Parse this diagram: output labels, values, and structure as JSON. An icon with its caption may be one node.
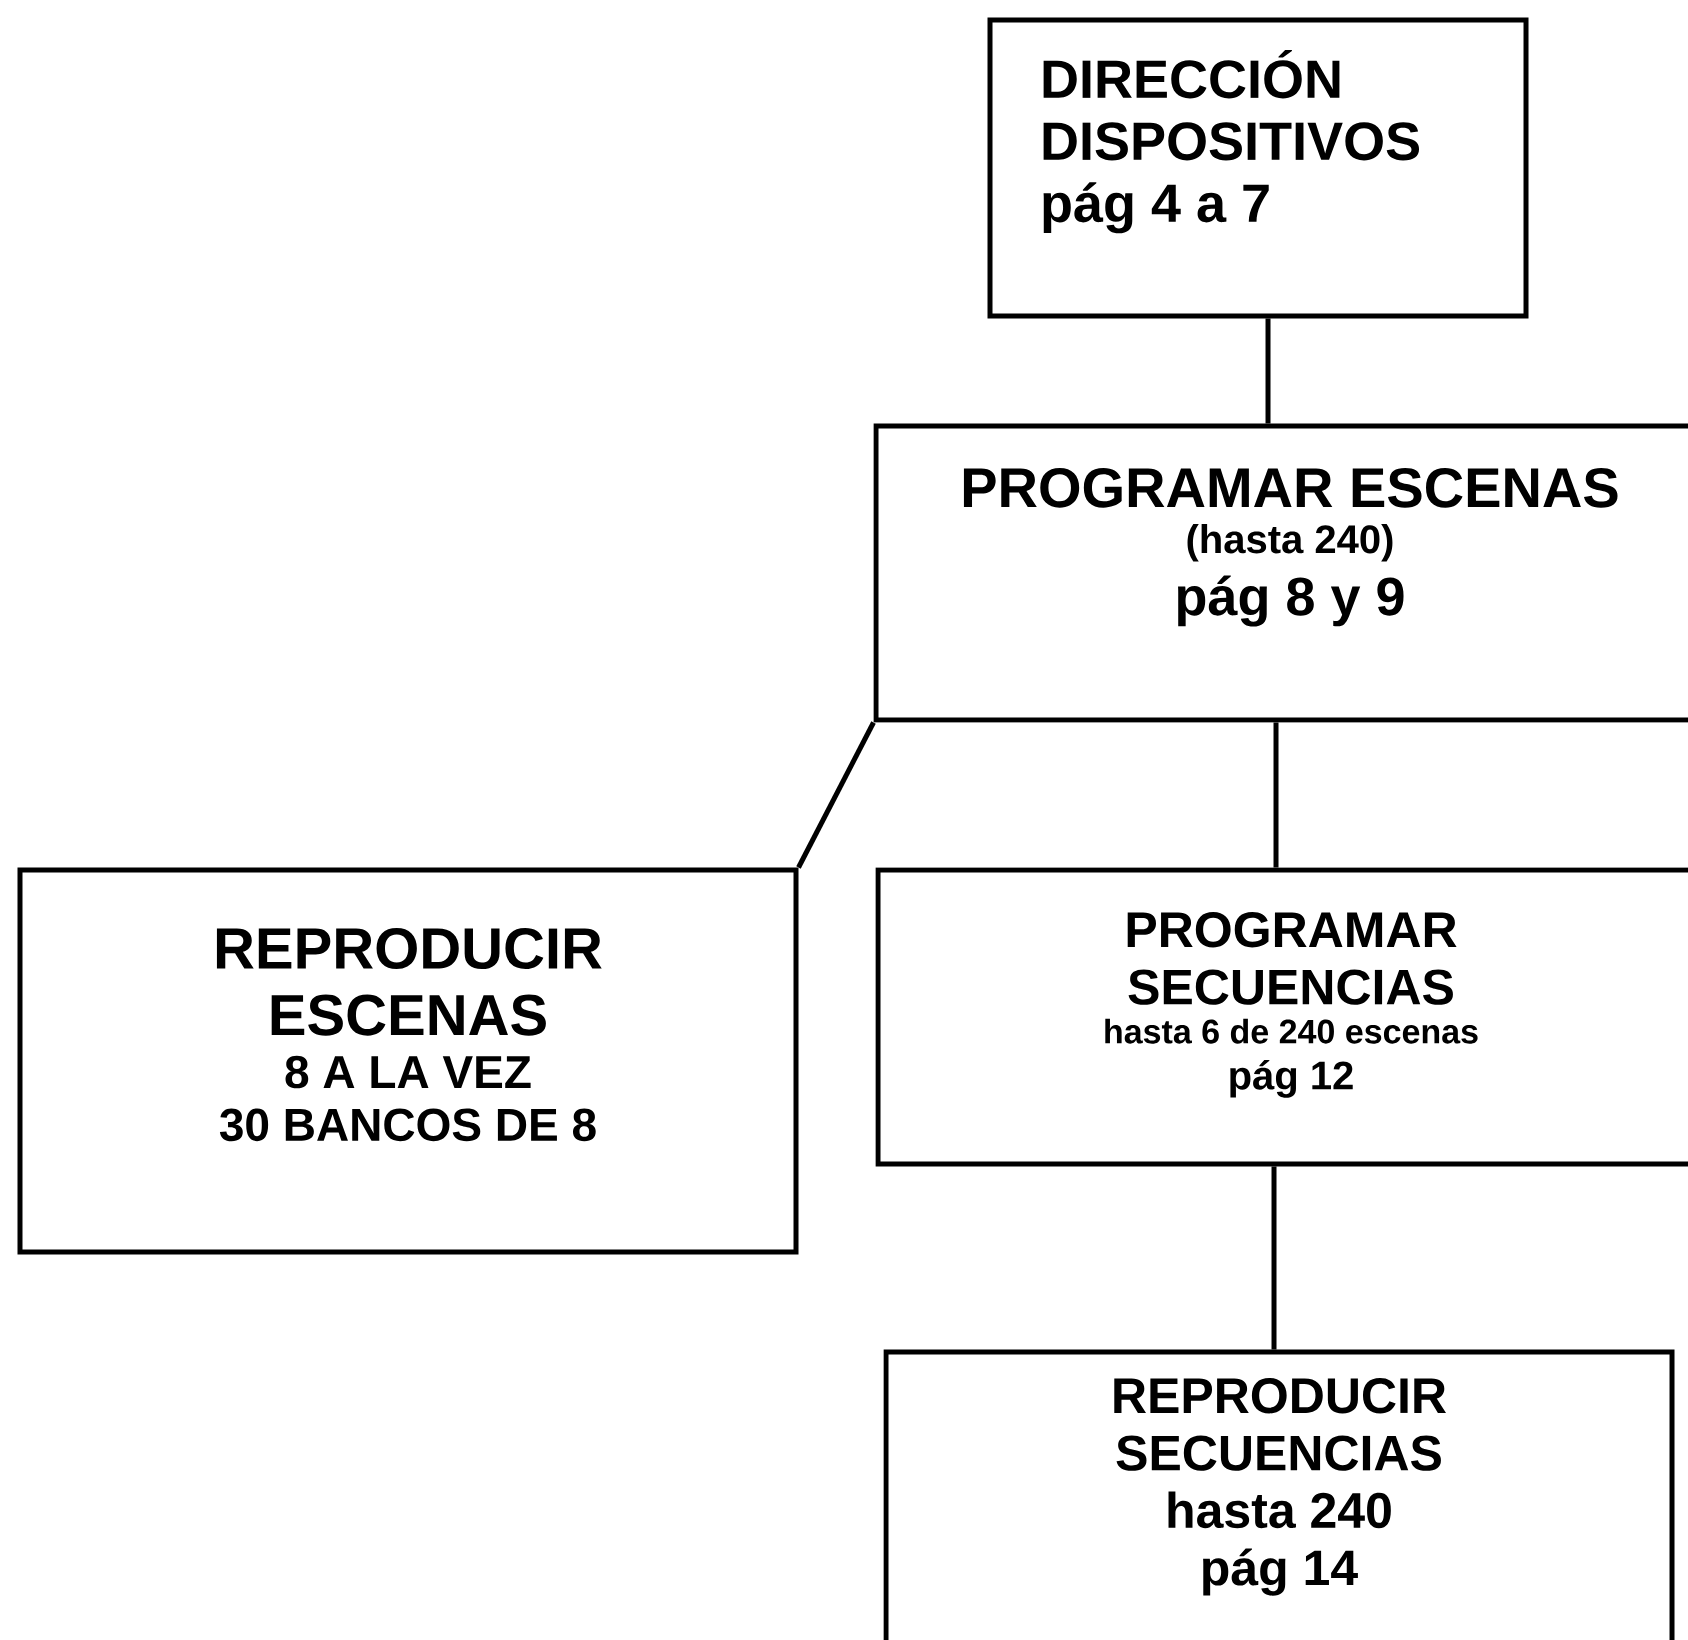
{
  "diagram": {
    "nodes": [
      {
        "text": [
          "DIRECCIÓN DISPOSITIVOS",
          "pág 4 a 7"
        ]
      },
      {
        "text": [
          "PROGRAMAR ESCENAS",
          "(hasta 240)",
          "pág 8 y 9"
        ]
      },
      {
        "text": [
          "REPRODUCIR ESCENAS",
          "8 A LA VEZ",
          "30 BANCOS DE 8"
        ]
      },
      {
        "text": [
          "PROGRAMAR SECUENCIAS",
          "hasta 6 de 240 escenas",
          "pág 12"
        ]
      },
      {
        "text": [
          "REPRODUCIR SECUENCIAS",
          "hasta 240",
          "pág 14"
        ]
      }
    ],
    "edges": [
      {
        "from": 0,
        "to": 1,
        "arrow": "none"
      },
      {
        "from": 1,
        "to": 2,
        "arrow": "none"
      },
      {
        "from": 1,
        "to": 3,
        "arrow": "none"
      },
      {
        "from": 3,
        "to": 4,
        "arrow": "none"
      }
    ]
  }
}
